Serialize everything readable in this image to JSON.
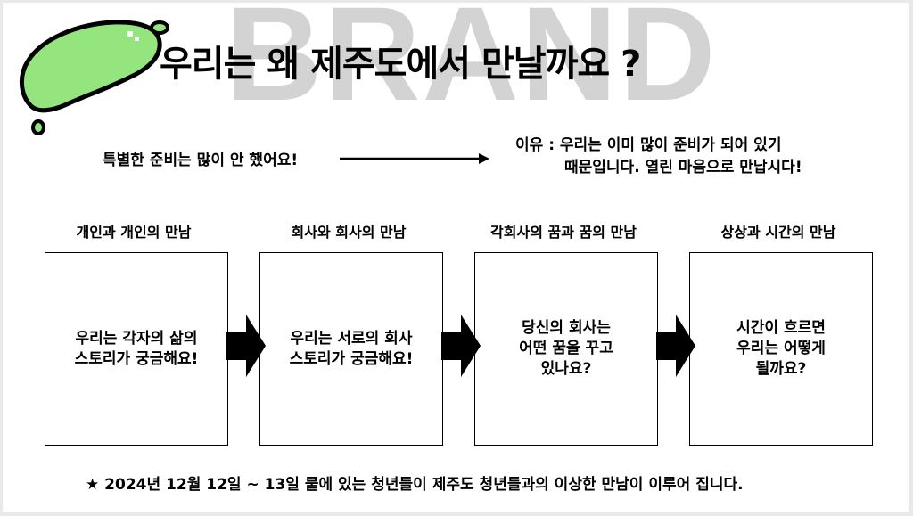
{
  "watermark": "BRAND",
  "title": "우리는 왜 제주도에서 만날까요 ?",
  "note_left": "특별한 준비는 많이 안 했어요!",
  "note_right": {
    "line1": "이유 : 우리는 이미 많이 준비가 되어 있기",
    "line2": "때문입니다.  열린 마음으로 만납시다!"
  },
  "columns": [
    {
      "label": "개인과 개인의 만남",
      "text": "우리는 각자의 삶의\n스토리가 궁금해요!"
    },
    {
      "label": "회사와 회사의 만남",
      "text": "우리는 서로의 회사\n스토리가 궁금해요!"
    },
    {
      "label": "각회사의 꿈과 꿈의 만남",
      "text": "당신의 회사는\n어떤 꿈을 꾸고\n있나요?"
    },
    {
      "label": "상상과 시간의 만남",
      "text": "시간이 흐르면\n우리는 어떻게\n될까요?"
    }
  ],
  "footer": "★ 2024년 12월 12일 ~ 13일    뭍에 있는 청년들이 제주도 청년들과의 이상한 만남이 이루어 집니다.",
  "colors": {
    "island_fill": "#94e57d",
    "watermark": "#d3d3d3",
    "text": "#000000"
  }
}
